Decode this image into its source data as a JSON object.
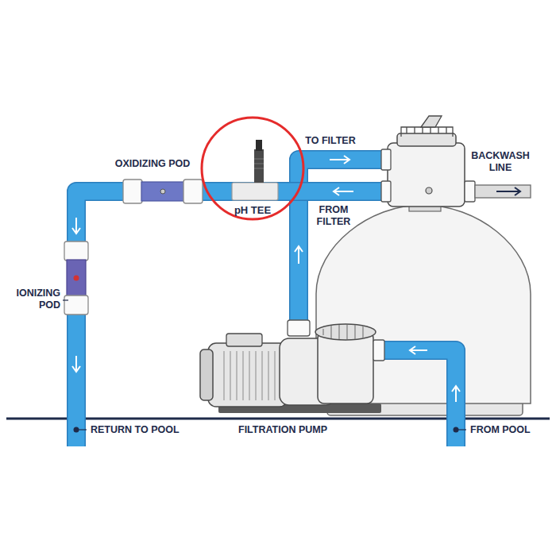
{
  "diagram": {
    "nodes": [
      {
        "text": [
          "pH TEE"
        ]
      }
    ],
    "labels": [
      "OXIDIZING POD",
      "TO FILTER",
      "BACKWASH LINE",
      "FROM FILTER",
      "IONIZING POD",
      "RETURN TO POOL",
      "FILTRATION PUMP",
      "FROM POOL"
    ]
  }
}
